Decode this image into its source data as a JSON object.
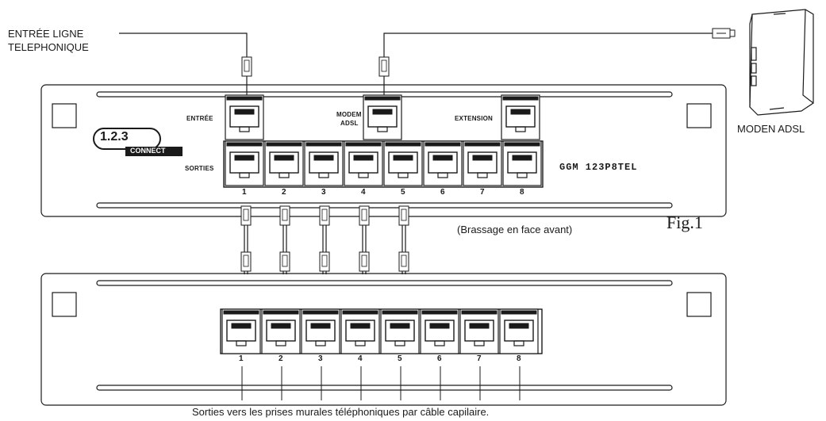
{
  "top_panel": {
    "entree_label": "ENTRÉE",
    "modem_label_1": "MODEM",
    "modem_label_2": "ADSL",
    "extension_label": "EXTENSION",
    "sorties_label": "SORTIES",
    "model": "GGM 123P8TEL",
    "logo": {
      "text": "1.2.3",
      "sub": "CONNECT"
    },
    "port_numbers": [
      "1",
      "2",
      "3",
      "4",
      "5",
      "6",
      "7",
      "8"
    ]
  },
  "bottom_panel": {
    "port_numbers": [
      "1",
      "2",
      "3",
      "4",
      "5",
      "6",
      "7",
      "8"
    ]
  },
  "labels": {
    "entree_ligne_1": "ENTRÉE LIGNE",
    "entree_ligne_2": "TELEPHONIQUE",
    "modem_device": "MODEN ADSL",
    "brassage": "(Brassage en face avant)",
    "fig": "Fig.1",
    "footer": "Sorties vers les prises murales téléphoniques par câble capilaire."
  },
  "colors": {
    "line": "#1a1a1a",
    "port_fill": "#ffffff",
    "logo_bg": "#1a1a1a"
  }
}
